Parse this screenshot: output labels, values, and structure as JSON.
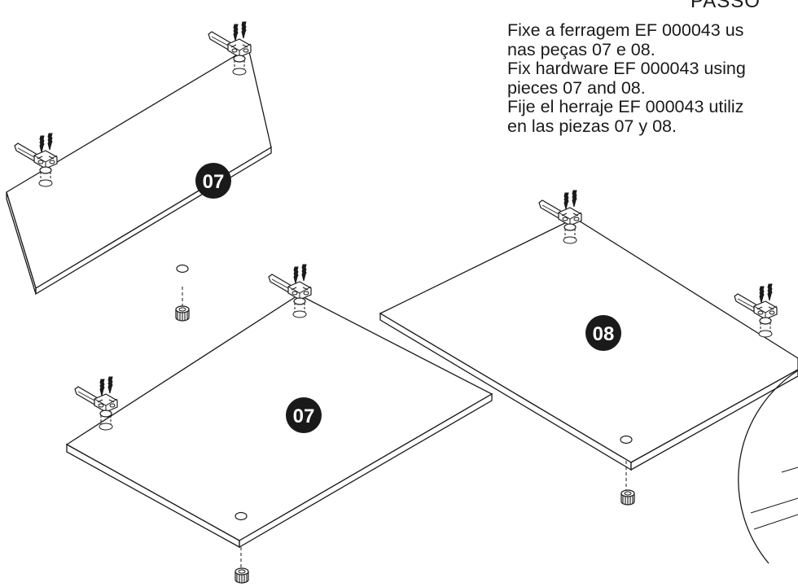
{
  "step_title": "PASSO",
  "instructions": [
    "Fixe a ferragem EF 000043 us",
    "nas peças 07 e 08.",
    "Fix hardware EF 000043 using",
    "pieces 07 and 08.",
    "Fije el herraje EF 000043 utiliz",
    "en las piezas 07 y 08."
  ],
  "panels": [
    {
      "label": "07",
      "hardware": "hinge",
      "foot": "foot"
    },
    {
      "label": "07",
      "hardware": "hinge",
      "foot": "foot"
    },
    {
      "label": "08",
      "hardware": "hinge",
      "foot": "foot"
    }
  ]
}
